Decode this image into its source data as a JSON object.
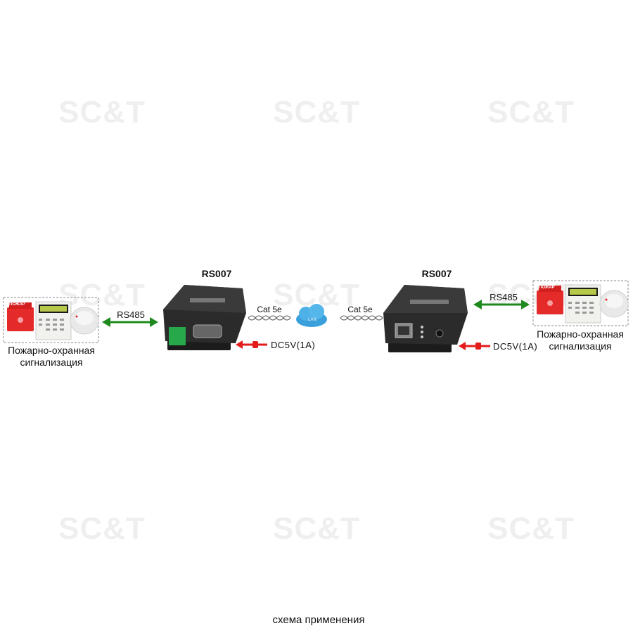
{
  "watermark": "SC&T",
  "devices": [
    {
      "title": "RS007",
      "power": "DC5V(1A)"
    },
    {
      "title": "RS007",
      "power": "DC5V(1A)"
    }
  ],
  "links": {
    "rs485": "RS485",
    "cable": "Cat 5e",
    "network": "LAN"
  },
  "alarm_system": {
    "line1": "Пожарно-охранная",
    "line2": "сигнализация",
    "call_point": "ПОЖАР"
  },
  "caption": "схема применения",
  "colors": {
    "rs485_arrow": "#1e8a1e",
    "power_arrow": "#e41b1b",
    "device": "#2a2a2a",
    "cloud": "#3aa0dc"
  }
}
